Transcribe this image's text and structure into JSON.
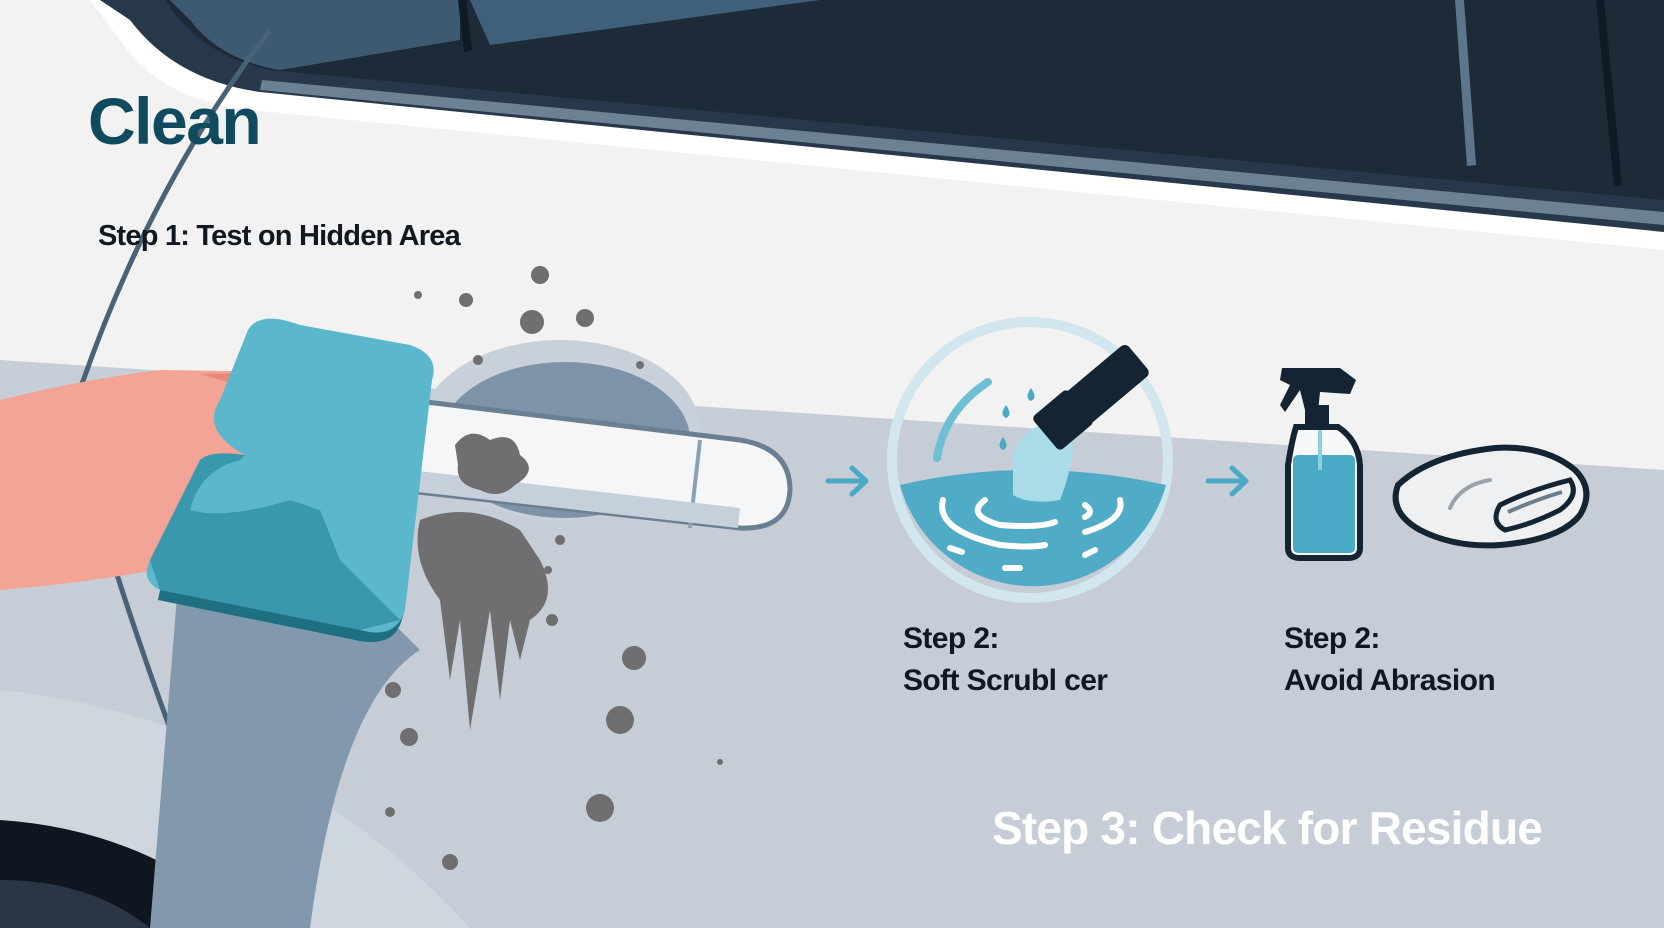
{
  "title": "Clean",
  "steps": {
    "step1": "Step 1: Test on Hidden Area",
    "step2a": {
      "line1": "Step 2:",
      "line2": "Soft Scrubl cer"
    },
    "step2b": {
      "line1": "Step 2:",
      "line2": "Avoid Abrasion"
    },
    "step3": "Step 3: Check for Residue"
  },
  "icons": [
    "hand-with-sponge-icon",
    "car-door-handle-icon",
    "arrow-right-icon",
    "water-hose-basin-icon",
    "spray-bottle-icon",
    "folded-microfiber-towel-icon"
  ],
  "colors": {
    "title": "#0f4a5e",
    "accent_teal": "#4aa9c4",
    "sponge": "#5bb8cc",
    "hand": "#f3a494",
    "grime": "#6f6f72",
    "window_dark": "#1d2a38",
    "body_light": "#f2f2f2",
    "body_shadow": "#c3ccd6"
  }
}
